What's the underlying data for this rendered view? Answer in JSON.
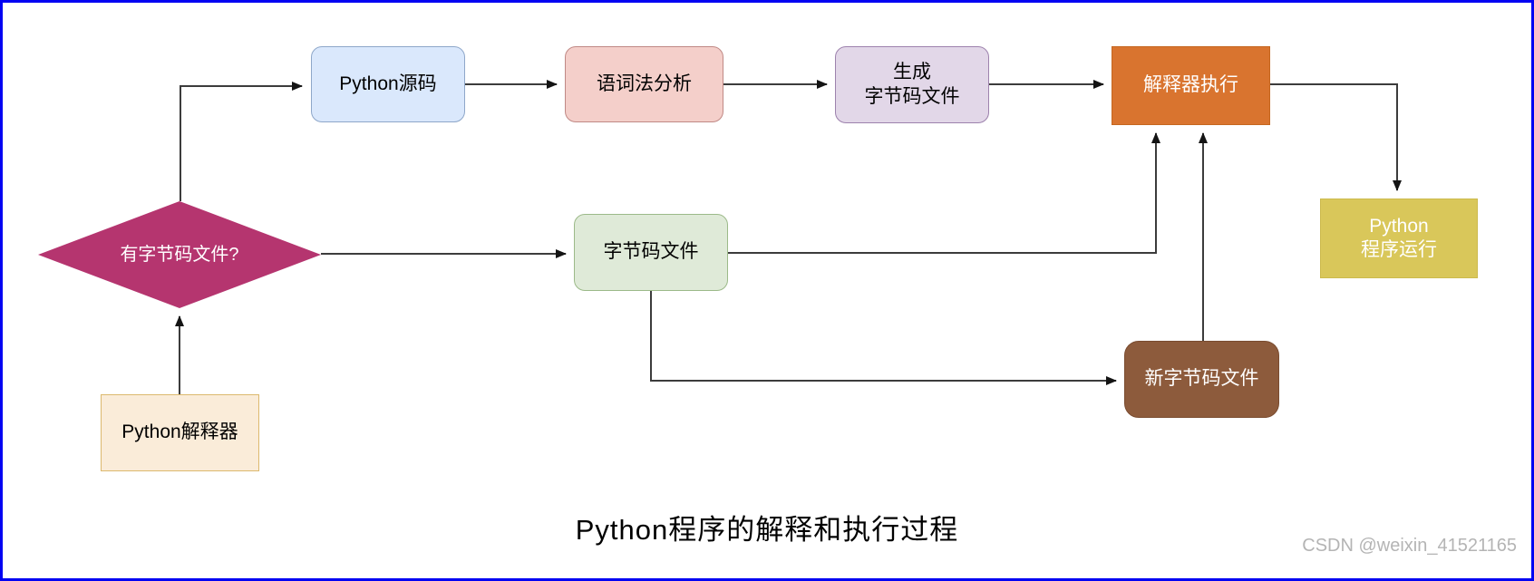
{
  "page": {
    "title": "Python程序的解释和执行过程",
    "watermark": "CSDN @weixin_41521165",
    "border_color": "#0202f2",
    "background": "#ffffff",
    "edge_color": "#3c3c3c",
    "arrowhead_color": "#141414"
  },
  "nodes": {
    "python_source": {
      "label": "Python源码",
      "shape": "rounded-rect",
      "fill": "#dae8fc",
      "border": "#8ea7c9",
      "text_color": "#000000"
    },
    "lexical_analysis": {
      "label": "语词法分析",
      "shape": "rounded-rect",
      "fill": "#f4cfca",
      "border": "#c08985",
      "text_color": "#000000"
    },
    "generate_bytecode": {
      "label": "生成\n字节码文件",
      "shape": "rounded-rect",
      "fill": "#e2d7e8",
      "border": "#9d82ad",
      "text_color": "#000000"
    },
    "interpreter_execute": {
      "label": "解释器执行",
      "shape": "rect",
      "fill": "#d9742f",
      "border": "#c5661f",
      "text_color": "#ffffff"
    },
    "has_bytecode": {
      "label": "有字节码文件?",
      "shape": "diamond",
      "fill": "#b5356f",
      "border": "#a02c60",
      "text_color": "#ffffff"
    },
    "bytecode_file": {
      "label": "字节码文件",
      "shape": "rounded-rect",
      "fill": "#dfead8",
      "border": "#9cba89",
      "text_color": "#000000"
    },
    "python_interpreter": {
      "label": "Python解释器",
      "shape": "rect",
      "fill": "#faecd9",
      "border": "#dcb96e",
      "text_color": "#000000"
    },
    "new_bytecode_file": {
      "label": "新字节码文件",
      "shape": "rounded-rect",
      "fill": "#8d5b3c",
      "border": "#7a4c30",
      "text_color": "#ffffff"
    },
    "python_program_run": {
      "label": "Python\n程序运行",
      "shape": "rect",
      "fill": "#d9c75a",
      "border": "#ccba4d",
      "text_color": "#ffffff"
    }
  },
  "edges": [
    {
      "from": "has_bytecode",
      "to": "python_source",
      "label": ""
    },
    {
      "from": "python_source",
      "to": "lexical_analysis",
      "label": ""
    },
    {
      "from": "lexical_analysis",
      "to": "generate_bytecode",
      "label": ""
    },
    {
      "from": "generate_bytecode",
      "to": "interpreter_execute",
      "label": ""
    },
    {
      "from": "interpreter_execute",
      "to": "python_program_run",
      "label": ""
    },
    {
      "from": "has_bytecode",
      "to": "bytecode_file",
      "label": ""
    },
    {
      "from": "bytecode_file",
      "to": "interpreter_execute",
      "label": ""
    },
    {
      "from": "bytecode_file",
      "to": "new_bytecode_file",
      "label": ""
    },
    {
      "from": "new_bytecode_file",
      "to": "interpreter_execute",
      "label": ""
    },
    {
      "from": "python_interpreter",
      "to": "has_bytecode",
      "label": ""
    }
  ]
}
